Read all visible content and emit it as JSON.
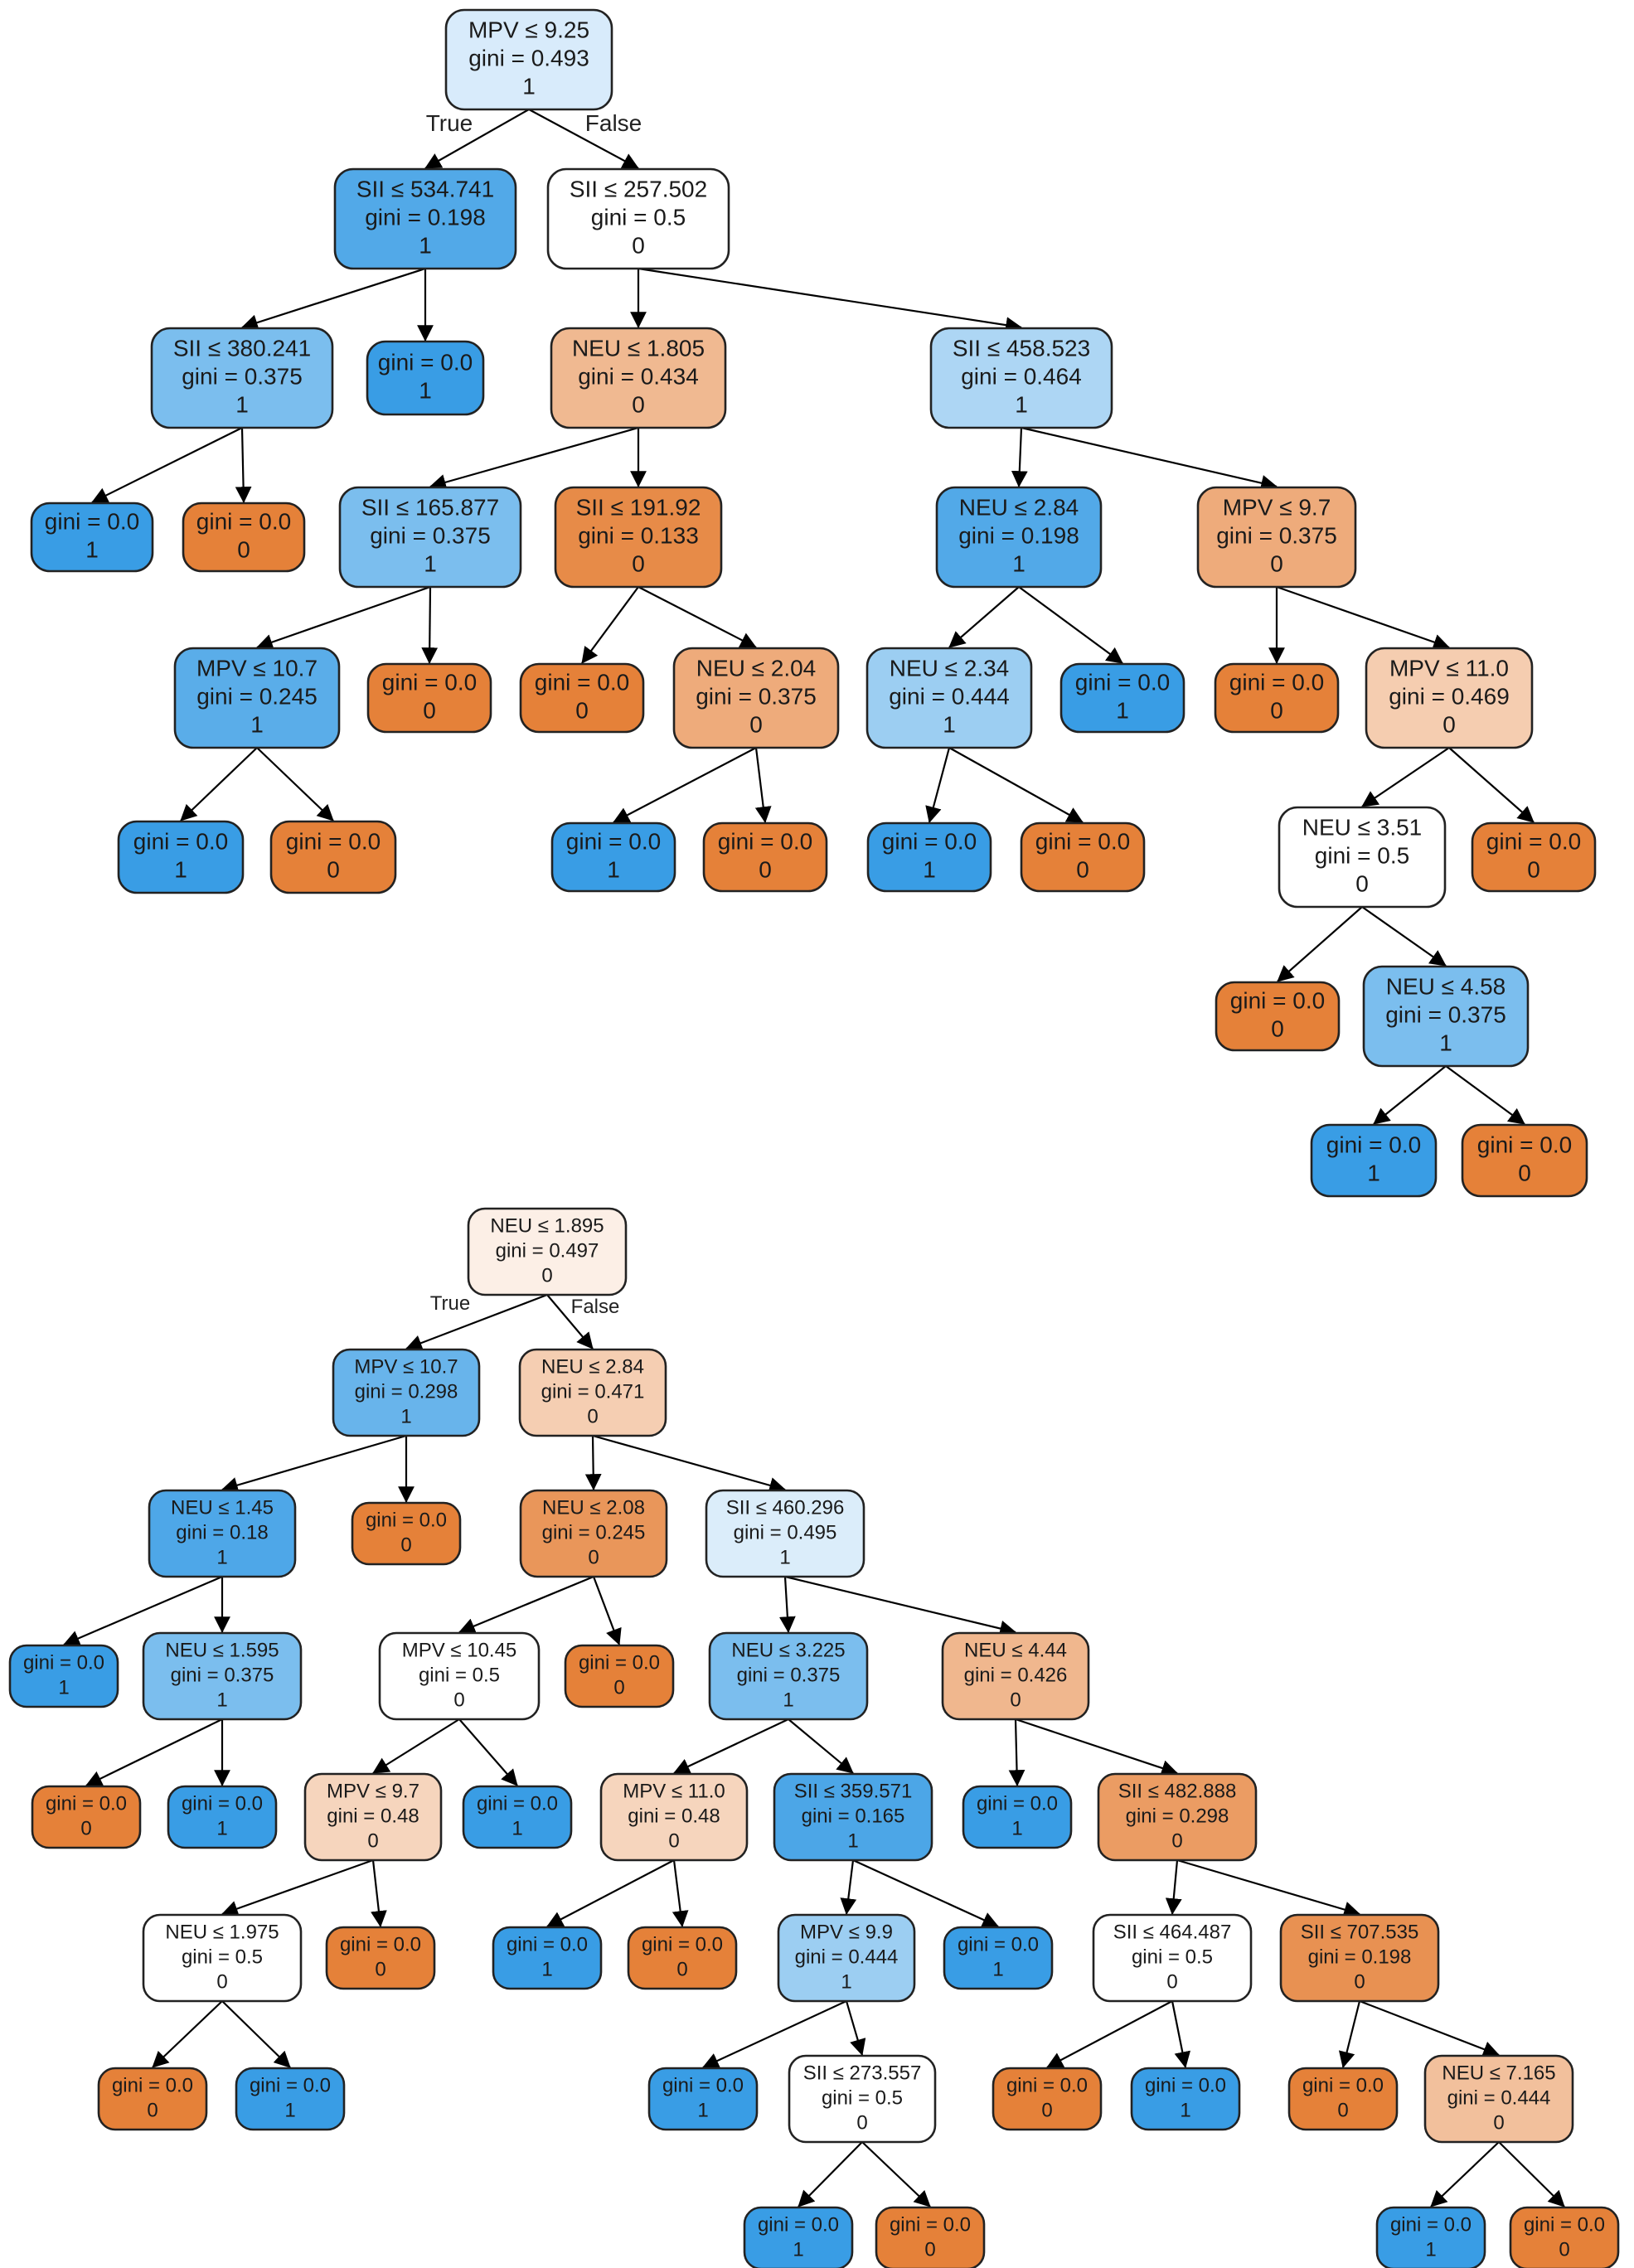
{
  "trees": [
    {
      "nodes": [
        {
          "id": "a0",
          "lines": [
            "MPV  ≤  9.25",
            "gini = 0.493",
            "1"
          ],
          "color": "#d8ebfb"
        },
        {
          "id": "a1",
          "lines": [
            "SII  ≤  534.741",
            "gini = 0.198",
            "1"
          ],
          "color": "#52a9e8"
        },
        {
          "id": "a2",
          "lines": [
            "SII  ≤  257.502",
            "gini = 0.5",
            "0"
          ],
          "color": "#ffffff"
        },
        {
          "id": "a3",
          "lines": [
            "SII  ≤  380.241",
            "gini = 0.375",
            "1"
          ],
          "color": "#7bbeee"
        },
        {
          "id": "a4",
          "lines": [
            "gini = 0.0",
            "1"
          ],
          "color": "#399de5"
        },
        {
          "id": "a5",
          "lines": [
            "NEU  ≤  1.805",
            "gini = 0.434",
            "0"
          ],
          "color": "#f0b991"
        },
        {
          "id": "a6",
          "lines": [
            "SII  ≤  458.523",
            "gini = 0.464",
            "1"
          ],
          "color": "#add6f4"
        },
        {
          "id": "a7",
          "lines": [
            "gini = 0.0",
            "1"
          ],
          "color": "#399de5"
        },
        {
          "id": "a8",
          "lines": [
            "gini = 0.0",
            "0"
          ],
          "color": "#e58139"
        },
        {
          "id": "a9",
          "lines": [
            "SII  ≤  165.877",
            "gini = 0.375",
            "1"
          ],
          "color": "#7bbeee"
        },
        {
          "id": "a10",
          "lines": [
            "SII  ≤  191.92",
            "gini = 0.133",
            "0"
          ],
          "color": "#e78b48"
        },
        {
          "id": "a11",
          "lines": [
            "NEU  ≤  2.84",
            "gini = 0.198",
            "1"
          ],
          "color": "#52a9e8"
        },
        {
          "id": "a12",
          "lines": [
            "MPV  ≤  9.7",
            "gini = 0.375",
            "0"
          ],
          "color": "#eeab7b"
        },
        {
          "id": "a13",
          "lines": [
            "MPV  ≤  10.7",
            "gini = 0.245",
            "1"
          ],
          "color": "#5aade9"
        },
        {
          "id": "a14",
          "lines": [
            "gini = 0.0",
            "0"
          ],
          "color": "#e58139"
        },
        {
          "id": "a15",
          "lines": [
            "gini = 0.0",
            "0"
          ],
          "color": "#e58139"
        },
        {
          "id": "a16",
          "lines": [
            "NEU  ≤  2.04",
            "gini = 0.375",
            "0"
          ],
          "color": "#eeab7b"
        },
        {
          "id": "a17",
          "lines": [
            "NEU  ≤  2.34",
            "gini = 0.444",
            "1"
          ],
          "color": "#9ccef2"
        },
        {
          "id": "a18",
          "lines": [
            "gini = 0.0",
            "1"
          ],
          "color": "#399de5"
        },
        {
          "id": "a19",
          "lines": [
            "gini = 0.0",
            "0"
          ],
          "color": "#e58139"
        },
        {
          "id": "a20",
          "lines": [
            "MPV  ≤  11.0",
            "gini = 0.469",
            "0"
          ],
          "color": "#f5cdb0"
        },
        {
          "id": "a21",
          "lines": [
            "gini = 0.0",
            "1"
          ],
          "color": "#399de5"
        },
        {
          "id": "a22",
          "lines": [
            "gini = 0.0",
            "0"
          ],
          "color": "#e58139"
        },
        {
          "id": "a23",
          "lines": [
            "gini = 0.0",
            "1"
          ],
          "color": "#399de5"
        },
        {
          "id": "a24",
          "lines": [
            "gini = 0.0",
            "0"
          ],
          "color": "#e58139"
        },
        {
          "id": "a25",
          "lines": [
            "gini = 0.0",
            "1"
          ],
          "color": "#399de5"
        },
        {
          "id": "a26",
          "lines": [
            "gini = 0.0",
            "0"
          ],
          "color": "#e58139"
        },
        {
          "id": "a27",
          "lines": [
            "NEU  ≤  3.51",
            "gini = 0.5",
            "0"
          ],
          "color": "#ffffff"
        },
        {
          "id": "a28",
          "lines": [
            "gini = 0.0",
            "0"
          ],
          "color": "#e58139"
        },
        {
          "id": "a29",
          "lines": [
            "gini = 0.0",
            "0"
          ],
          "color": "#e58139"
        },
        {
          "id": "a30",
          "lines": [
            "NEU  ≤  4.58",
            "gini = 0.375",
            "1"
          ],
          "color": "#7bbeee"
        },
        {
          "id": "a31",
          "lines": [
            "gini = 0.0",
            "1"
          ],
          "color": "#399de5"
        },
        {
          "id": "a32",
          "lines": [
            "gini = 0.0",
            "0"
          ],
          "color": "#e58139"
        }
      ],
      "edges": [
        [
          "a0",
          "a1"
        ],
        [
          "a0",
          "a2"
        ],
        [
          "a1",
          "a3"
        ],
        [
          "a1",
          "a4"
        ],
        [
          "a2",
          "a5"
        ],
        [
          "a2",
          "a6"
        ],
        [
          "a3",
          "a7"
        ],
        [
          "a3",
          "a8"
        ],
        [
          "a5",
          "a9"
        ],
        [
          "a5",
          "a10"
        ],
        [
          "a6",
          "a11"
        ],
        [
          "a6",
          "a12"
        ],
        [
          "a9",
          "a13"
        ],
        [
          "a9",
          "a14"
        ],
        [
          "a10",
          "a15"
        ],
        [
          "a10",
          "a16"
        ],
        [
          "a11",
          "a17"
        ],
        [
          "a11",
          "a18"
        ],
        [
          "a12",
          "a19"
        ],
        [
          "a12",
          "a20"
        ],
        [
          "a13",
          "a21"
        ],
        [
          "a13",
          "a22"
        ],
        [
          "a16",
          "a23"
        ],
        [
          "a16",
          "a24"
        ],
        [
          "a17",
          "a25"
        ],
        [
          "a17",
          "a26"
        ],
        [
          "a20",
          "a27"
        ],
        [
          "a20",
          "a28"
        ],
        [
          "a27",
          "a29"
        ],
        [
          "a27",
          "a30"
        ],
        [
          "a30",
          "a31"
        ],
        [
          "a30",
          "a32"
        ]
      ],
      "true_label": "True",
      "false_label": "False"
    },
    {
      "nodes": [
        {
          "id": "b0",
          "lines": [
            "NEU  ≤  1.895",
            "gini = 0.497",
            "0"
          ],
          "color": "#fcefe6"
        },
        {
          "id": "b1",
          "lines": [
            "MPV  ≤  10.7",
            "gini = 0.298",
            "1"
          ],
          "color": "#68b4eb"
        },
        {
          "id": "b2",
          "lines": [
            "NEU  ≤  2.84",
            "gini = 0.471",
            "0"
          ],
          "color": "#f5ceb2"
        },
        {
          "id": "b3",
          "lines": [
            "NEU  ≤  1.45",
            "gini = 0.18",
            "1"
          ],
          "color": "#4ea7e8"
        },
        {
          "id": "b4",
          "lines": [
            "gini = 0.0",
            "0"
          ],
          "color": "#e58139"
        },
        {
          "id": "b5",
          "lines": [
            "NEU  ≤  2.08",
            "gini = 0.245",
            "0"
          ],
          "color": "#e9965a"
        },
        {
          "id": "b6",
          "lines": [
            "SII  ≤  460.296",
            "gini = 0.495",
            "1"
          ],
          "color": "#dbedfa"
        },
        {
          "id": "b7",
          "lines": [
            "gini = 0.0",
            "1"
          ],
          "color": "#399de5"
        },
        {
          "id": "b8",
          "lines": [
            "NEU  ≤  1.595",
            "gini = 0.375",
            "1"
          ],
          "color": "#7bbeee"
        },
        {
          "id": "b9",
          "lines": [
            "MPV  ≤  10.45",
            "gini = 0.5",
            "0"
          ],
          "color": "#ffffff"
        },
        {
          "id": "b10",
          "lines": [
            "gini = 0.0",
            "0"
          ],
          "color": "#e58139"
        },
        {
          "id": "b11",
          "lines": [
            "NEU  ≤  3.225",
            "gini = 0.375",
            "1"
          ],
          "color": "#7bbeee"
        },
        {
          "id": "b12",
          "lines": [
            "NEU  ≤  4.44",
            "gini = 0.426",
            "0"
          ],
          "color": "#f0b78e"
        },
        {
          "id": "b13",
          "lines": [
            "gini = 0.0",
            "0"
          ],
          "color": "#e58139"
        },
        {
          "id": "b14",
          "lines": [
            "gini = 0.0",
            "1"
          ],
          "color": "#399de5"
        },
        {
          "id": "b15",
          "lines": [
            "MPV  ≤  9.7",
            "gini = 0.48",
            "0"
          ],
          "color": "#f6d5bd"
        },
        {
          "id": "b16",
          "lines": [
            "gini = 0.0",
            "1"
          ],
          "color": "#399de5"
        },
        {
          "id": "b17",
          "lines": [
            "MPV  ≤  11.0",
            "gini = 0.48",
            "0"
          ],
          "color": "#f6d5bd"
        },
        {
          "id": "b18",
          "lines": [
            "SII  ≤  359.571",
            "gini = 0.165",
            "1"
          ],
          "color": "#4ca6e7"
        },
        {
          "id": "b19",
          "lines": [
            "gini = 0.0",
            "1"
          ],
          "color": "#399de5"
        },
        {
          "id": "b20",
          "lines": [
            "SII  ≤  482.888",
            "gini = 0.298",
            "0"
          ],
          "color": "#eb9c63"
        },
        {
          "id": "b21",
          "lines": [
            "NEU  ≤  1.975",
            "gini = 0.5",
            "0"
          ],
          "color": "#ffffff"
        },
        {
          "id": "b22",
          "lines": [
            "gini = 0.0",
            "0"
          ],
          "color": "#e58139"
        },
        {
          "id": "b23",
          "lines": [
            "gini = 0.0",
            "1"
          ],
          "color": "#399de5"
        },
        {
          "id": "b24",
          "lines": [
            "gini = 0.0",
            "0"
          ],
          "color": "#e58139"
        },
        {
          "id": "b25",
          "lines": [
            "MPV  ≤  9.9",
            "gini = 0.444",
            "1"
          ],
          "color": "#9ccef2"
        },
        {
          "id": "b26",
          "lines": [
            "gini = 0.0",
            "1"
          ],
          "color": "#399de5"
        },
        {
          "id": "b27",
          "lines": [
            "SII  ≤  464.487",
            "gini = 0.5",
            "0"
          ],
          "color": "#ffffff"
        },
        {
          "id": "b28",
          "lines": [
            "SII  ≤  707.535",
            "gini = 0.198",
            "0"
          ],
          "color": "#e89152"
        },
        {
          "id": "b29",
          "lines": [
            "gini = 0.0",
            "0"
          ],
          "color": "#e58139"
        },
        {
          "id": "b30",
          "lines": [
            "gini = 0.0",
            "1"
          ],
          "color": "#399de5"
        },
        {
          "id": "b31",
          "lines": [
            "gini = 0.0",
            "1"
          ],
          "color": "#399de5"
        },
        {
          "id": "b32",
          "lines": [
            "SII  ≤  273.557",
            "gini = 0.5",
            "0"
          ],
          "color": "#ffffff"
        },
        {
          "id": "b33",
          "lines": [
            "gini = 0.0",
            "0"
          ],
          "color": "#e58139"
        },
        {
          "id": "b34",
          "lines": [
            "gini = 0.0",
            "1"
          ],
          "color": "#399de5"
        },
        {
          "id": "b35",
          "lines": [
            "gini = 0.0",
            "0"
          ],
          "color": "#e58139"
        },
        {
          "id": "b36",
          "lines": [
            "NEU  ≤  7.165",
            "gini = 0.444",
            "0"
          ],
          "color": "#f2c09c"
        },
        {
          "id": "b37",
          "lines": [
            "gini = 0.0",
            "1"
          ],
          "color": "#399de5"
        },
        {
          "id": "b38",
          "lines": [
            "gini = 0.0",
            "0"
          ],
          "color": "#e58139"
        },
        {
          "id": "b39",
          "lines": [
            "gini = 0.0",
            "1"
          ],
          "color": "#399de5"
        },
        {
          "id": "b40",
          "lines": [
            "gini = 0.0",
            "0"
          ],
          "color": "#e58139"
        }
      ],
      "edges": [
        [
          "b0",
          "b1"
        ],
        [
          "b0",
          "b2"
        ],
        [
          "b1",
          "b3"
        ],
        [
          "b1",
          "b4"
        ],
        [
          "b2",
          "b5"
        ],
        [
          "b2",
          "b6"
        ],
        [
          "b3",
          "b7"
        ],
        [
          "b3",
          "b8"
        ],
        [
          "b5",
          "b9"
        ],
        [
          "b5",
          "b10"
        ],
        [
          "b6",
          "b11"
        ],
        [
          "b6",
          "b12"
        ],
        [
          "b8",
          "b13"
        ],
        [
          "b8",
          "b14"
        ],
        [
          "b9",
          "b15"
        ],
        [
          "b9",
          "b16"
        ],
        [
          "b11",
          "b17"
        ],
        [
          "b11",
          "b18"
        ],
        [
          "b12",
          "b19"
        ],
        [
          "b12",
          "b20"
        ],
        [
          "b15",
          "b21"
        ],
        [
          "b15",
          "b22"
        ],
        [
          "b17",
          "b23"
        ],
        [
          "b17",
          "b24"
        ],
        [
          "b18",
          "b25"
        ],
        [
          "b18",
          "b26"
        ],
        [
          "b20",
          "b27"
        ],
        [
          "b20",
          "b28"
        ],
        [
          "b21",
          "b29"
        ],
        [
          "b21",
          "b30"
        ],
        [
          "b25",
          "b31"
        ],
        [
          "b25",
          "b32"
        ],
        [
          "b27",
          "b33"
        ],
        [
          "b27",
          "b34"
        ],
        [
          "b28",
          "b35"
        ],
        [
          "b28",
          "b36"
        ],
        [
          "b32",
          "b37"
        ],
        [
          "b32",
          "b38"
        ],
        [
          "b36",
          "b39"
        ],
        [
          "b36",
          "b40"
        ]
      ],
      "true_label": "True",
      "false_label": "False"
    }
  ]
}
